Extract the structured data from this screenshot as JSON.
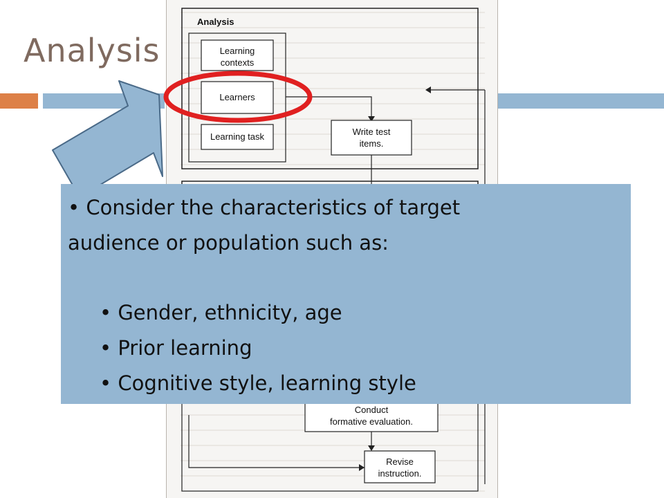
{
  "slide": {
    "title": "Analysis"
  },
  "flowchart": {
    "analysis_label": "Analysis",
    "learning_contexts": [
      "Learning",
      "contexts"
    ],
    "learners": "Learners",
    "learning_task": "Learning task",
    "write_test_items": [
      "Write test",
      "items."
    ],
    "conduct": [
      "Conduct",
      "formative evaluation."
    ],
    "revise": [
      "Revise",
      "instruction."
    ]
  },
  "callout": {
    "line1": "• Consider the characteristics of target",
    "line2": "audience or population such as:",
    "bullets": [
      "• Gender, ethnicity, age",
      "• Prior learning",
      "• Cognitive style, learning style"
    ]
  },
  "colors": {
    "title": "#7f6a5f",
    "accent_orange": "#dd8047",
    "accent_blue": "#94b6d2",
    "highlight_circle": "#e02020",
    "arrow_fill": "#94b6d2"
  }
}
